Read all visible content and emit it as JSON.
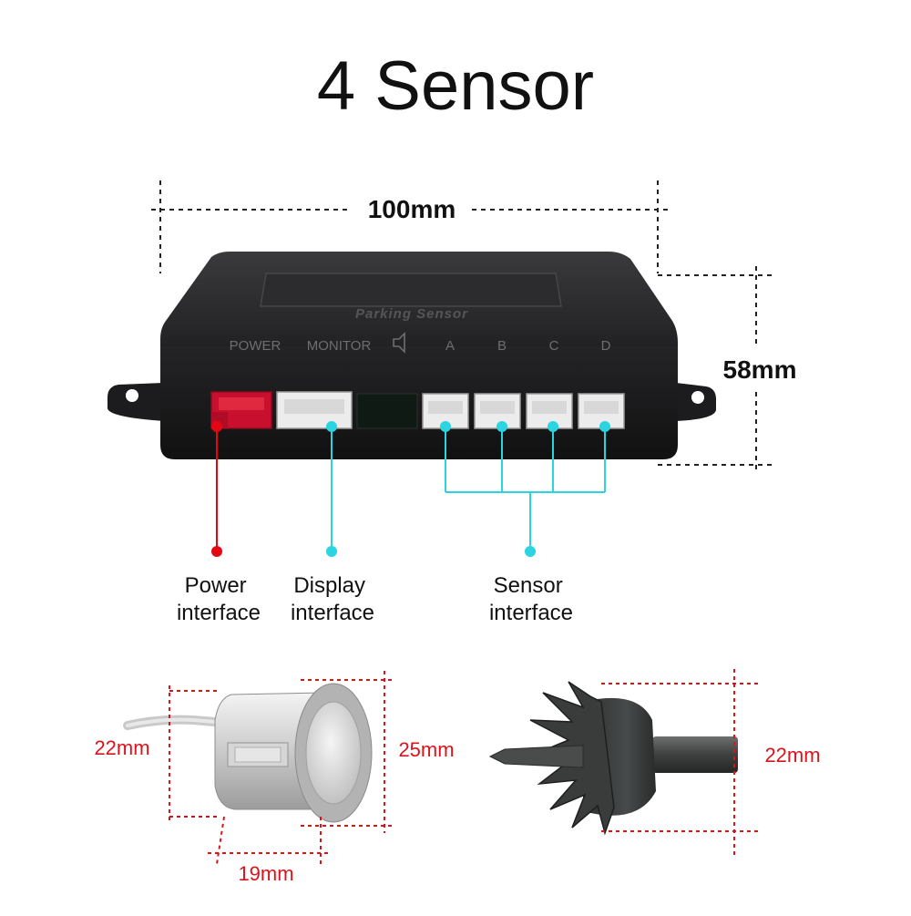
{
  "title": "4 Sensor",
  "control_box": {
    "brand_text": "Parking Sensor",
    "port_labels": {
      "power": "POWER",
      "monitor": "MONITOR",
      "a": "A",
      "b": "B",
      "c": "C",
      "d": "D"
    },
    "speaker_icon": "speaker-icon"
  },
  "dimensions": {
    "width": "100mm",
    "height": "58mm",
    "sensor_height": "22mm",
    "sensor_diameter": "25mm",
    "sensor_depth": "19mm",
    "hole_saw_diameter": "22mm"
  },
  "callouts": {
    "power": {
      "line1": "Power",
      "line2": "interface"
    },
    "display": {
      "line1": "Display",
      "line2": "interface"
    },
    "sensor": {
      "line1": "Sensor",
      "line2": "interface"
    }
  },
  "colors": {
    "power": "#e30613",
    "interface": "#2ad4e0",
    "dimension_red": "#d9141c"
  }
}
